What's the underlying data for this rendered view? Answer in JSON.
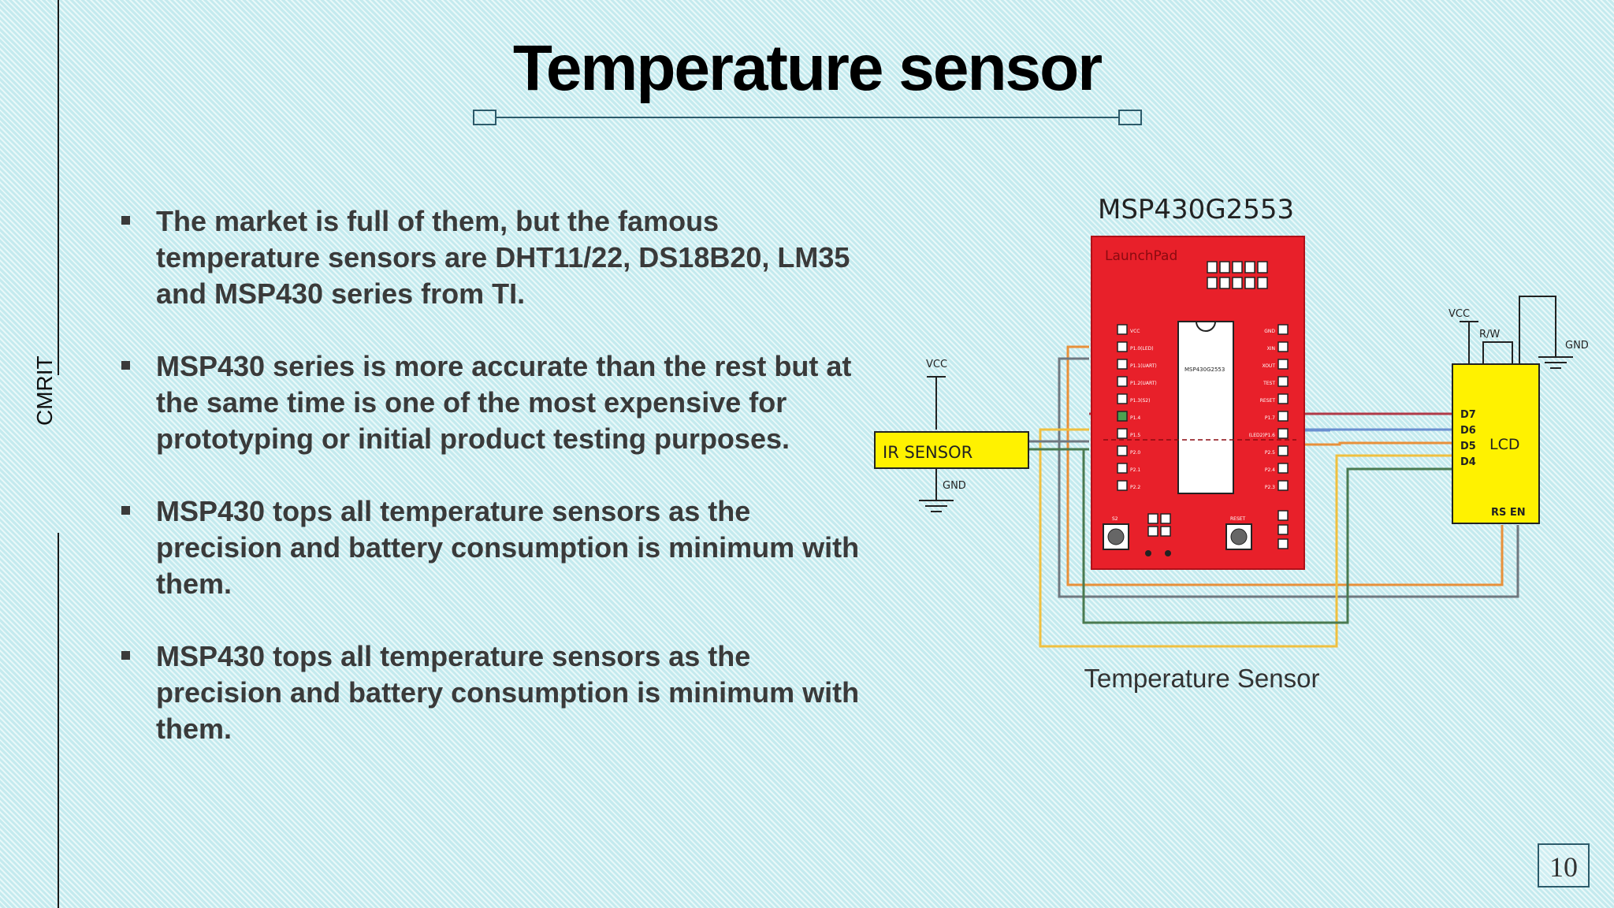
{
  "slide": {
    "title": "Temperature sensor",
    "side_label": "CMRIT",
    "page_number": "10"
  },
  "bullets": [
    "The market is full of them, but the famous temperature sensors are DHT11/22, DS18B20, LM35 and MSP430 series from TI.",
    "MSP430 series is more accurate than the rest but at the same time is one of the most expensive for prototyping or initial product testing purposes.",
    "MSP430 tops all temperature sensors as the precision and battery consumption is minimum with them.",
    "MSP430 tops all temperature sensors as the precision and battery consumption is minimum with them."
  ],
  "diagram": {
    "board_name": "MSP430G2553",
    "board_brand": "LaunchPad",
    "chip_label": "MSP430G2553",
    "sensor_label": "IR SENSOR",
    "lcd_label": "LCD",
    "vcc": "VCC",
    "gnd": "GND",
    "rw": "R/W",
    "rs_en": "RS EN",
    "lcd_pins": [
      "D7",
      "D6",
      "D5",
      "D4"
    ],
    "left_pins": [
      "VCC",
      "P1.0(LED)",
      "P1.1(UART)",
      "P1.2(UART)",
      "P1.3(S2)",
      "P1.4",
      "P1.5",
      "P2.0",
      "P2.1",
      "P2.2"
    ],
    "right_pins": [
      "GND",
      "XIN",
      "XOUT",
      "TEST",
      "RESET",
      "P1.7",
      "(LED2)P1.6",
      "P2.5",
      "P2.4",
      "P2.3"
    ],
    "button_s2": "S2",
    "button_reset": "RESET",
    "caption": "Temperature Sensor"
  },
  "colors": {
    "board": "#e8202a",
    "sensor": "#fff200",
    "lcd": "#fff200",
    "wire_red": "#b03a48",
    "wire_blue": "#6a8fd0",
    "wire_orange": "#e8903a",
    "wire_gray": "#707880",
    "wire_yellow": "#f0c040",
    "wire_green": "#4a7a50"
  }
}
